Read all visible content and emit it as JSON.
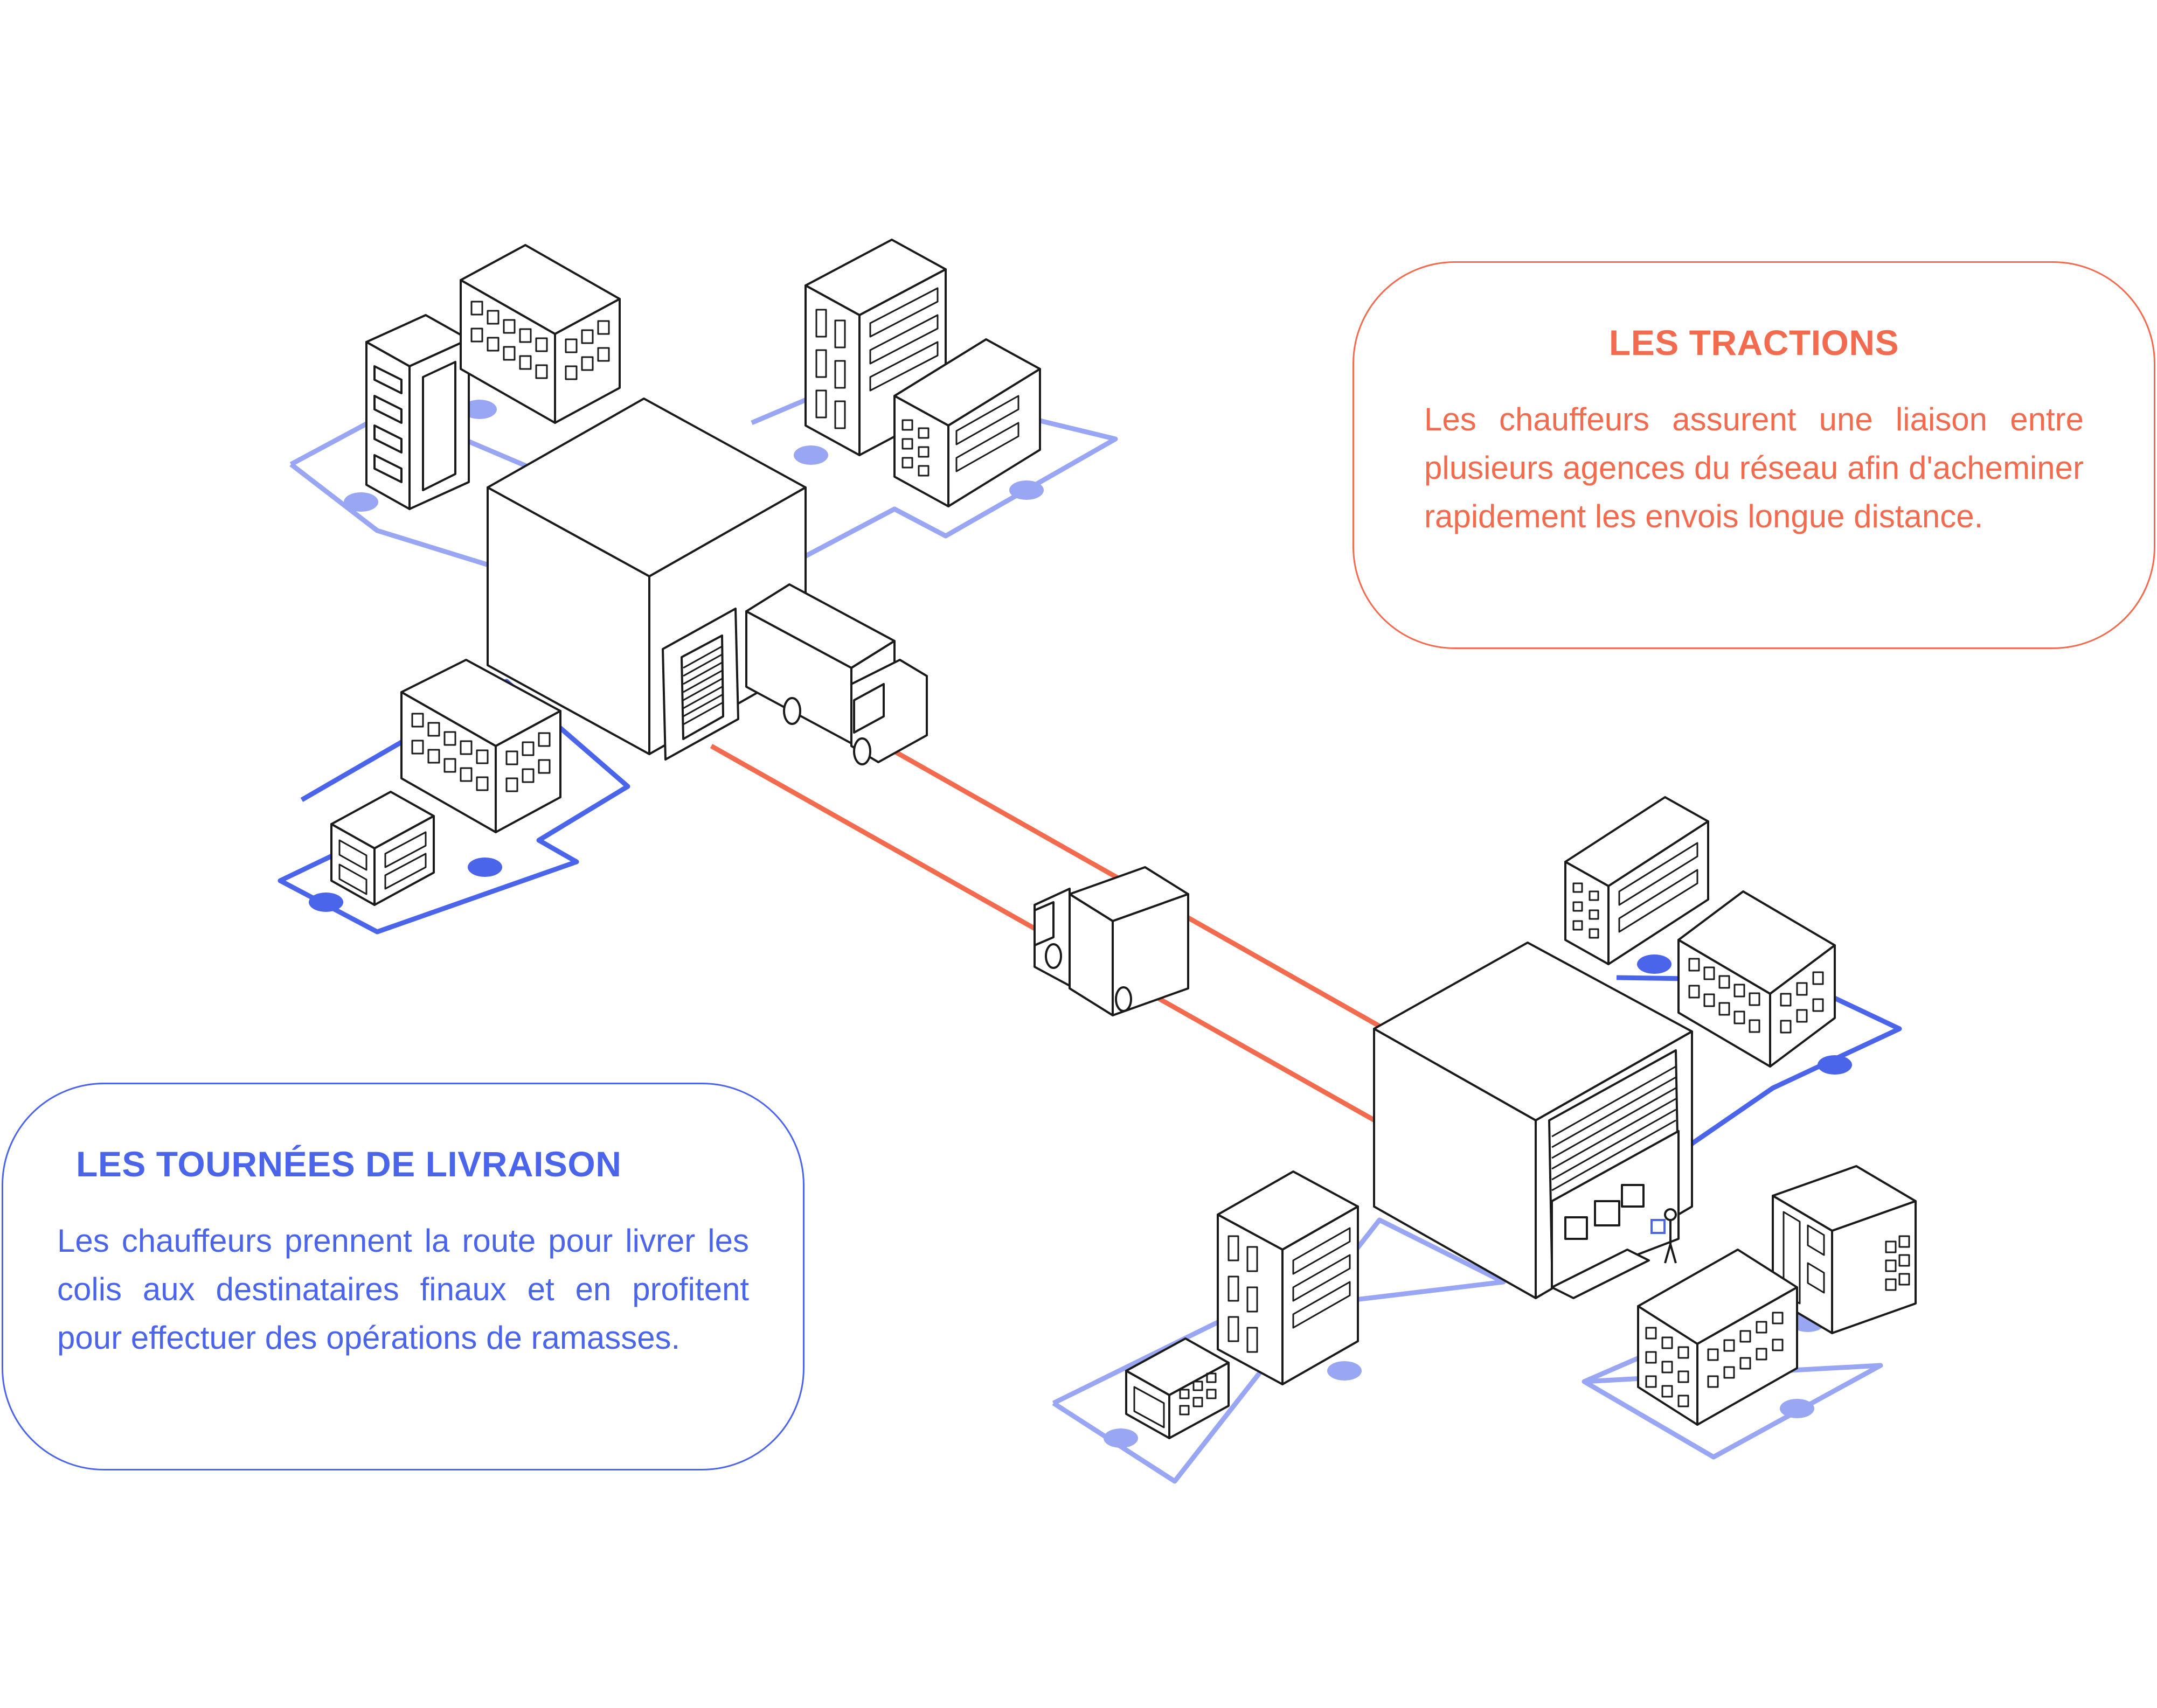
{
  "colors": {
    "traction": "#f26b4f",
    "delivery_dark": "#4b65ea",
    "delivery_light": "#99a6f4",
    "line": "#1a1a1a"
  },
  "tractions": {
    "title": "LES TRACTIONS",
    "text": "Les chauffeurs assurent une liaison entre plusieurs agences du réseau afin d'acheminer rapidement les envois longue distance."
  },
  "tournees": {
    "title": "LES TOURNÉES DE LIVRAISON",
    "text": "Les chauffeurs prennent la route pour livrer les colis aux destinataires finaux et en profitent pour effectuer des opérations de ramasses."
  },
  "icons": {
    "depot": "warehouse-icon",
    "truck": "delivery-truck-icon",
    "building": "office-building-icon",
    "worker": "warehouse-worker-icon"
  }
}
